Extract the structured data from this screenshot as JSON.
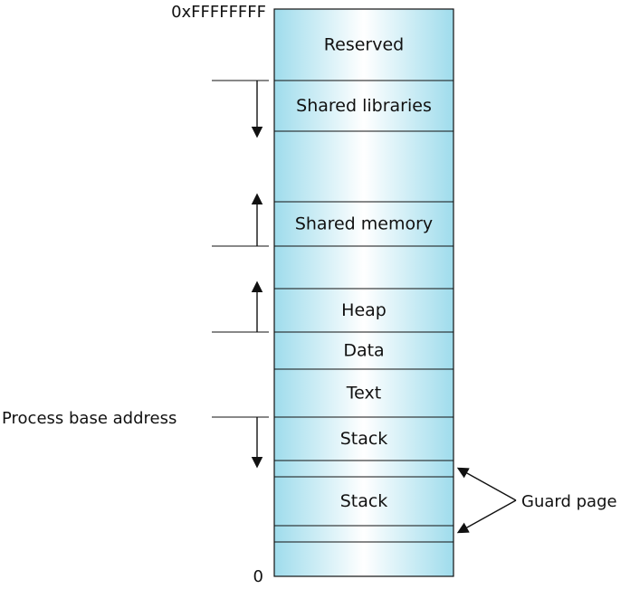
{
  "address_top": "0xFFFFFFFF",
  "address_bottom": "0",
  "regions": [
    {
      "label": "Reserved"
    },
    {
      "label": "Shared libraries"
    },
    {
      "label": ""
    },
    {
      "label": "Shared memory"
    },
    {
      "label": ""
    },
    {
      "label": "Heap"
    },
    {
      "label": "Data"
    },
    {
      "label": "Text"
    },
    {
      "label": "Stack"
    },
    {
      "label": ""
    },
    {
      "label": "Stack"
    },
    {
      "label": ""
    },
    {
      "label": ""
    }
  ],
  "annotations": {
    "process_base": "Process base address",
    "guard_page": "Guard page"
  },
  "colors": {
    "fill_edge": "#9fdcec",
    "fill_center": "#ffffff",
    "line": "#111111"
  }
}
